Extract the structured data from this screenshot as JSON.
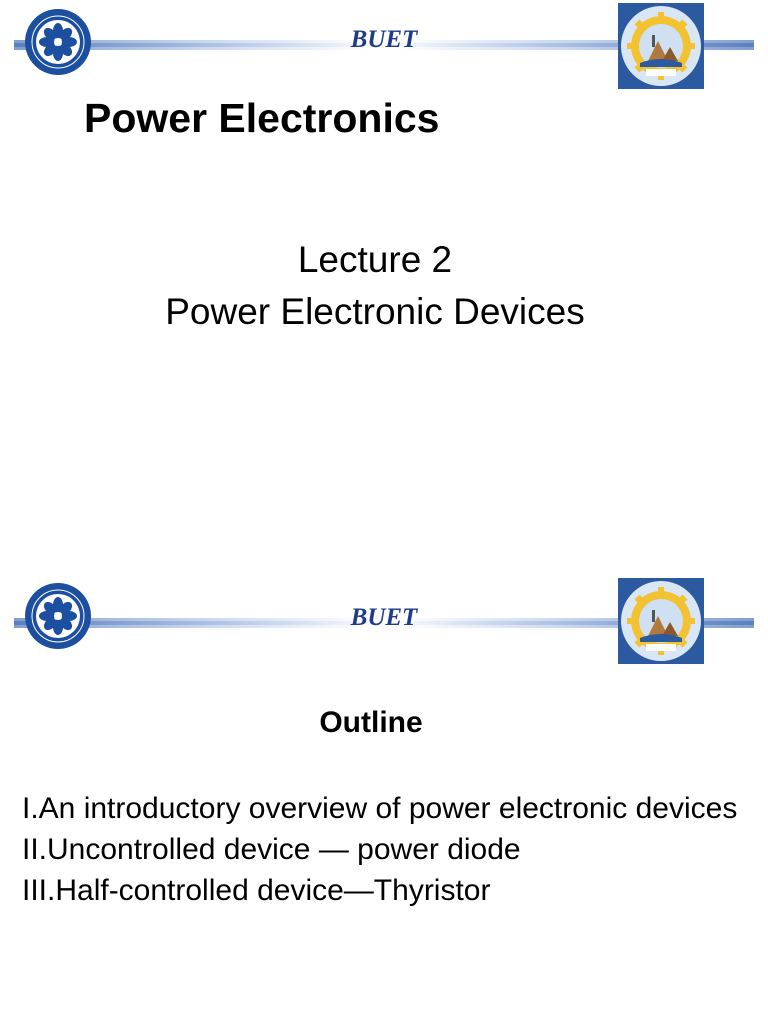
{
  "slides": [
    {
      "brand": "BUET",
      "title": "Power Electronics",
      "lecture_line1": "Lecture 2",
      "lecture_line2": "Power Electronic Devices"
    },
    {
      "brand": "BUET",
      "outline_title": "Outline",
      "items": [
        "I.An introductory overview of power electronic devices",
        "II.Uncontrolled device — power diode",
        "III.Half-controlled device—Thyristor"
      ]
    }
  ],
  "colors": {
    "brand_text": "#1f3c88",
    "bar_dark": "#5b7fbf",
    "logo_blue": "#1d4fa0",
    "seal_bg": "#2c5aa0",
    "seal_gear": "#f2c230"
  },
  "icons": {
    "left_logo": "academy-seal-icon",
    "right_logo": "university-gear-seal-icon"
  }
}
